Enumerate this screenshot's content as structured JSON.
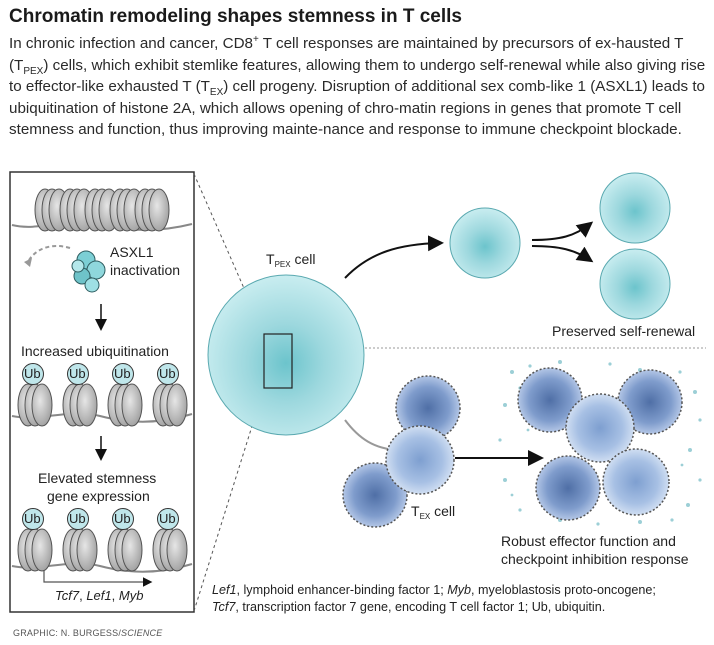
{
  "header": {
    "title": "Chromatin remodeling shapes stemness in T cells",
    "intro_p1": "In chronic infection and cancer, CD8",
    "intro_sup": "+",
    "intro_p2": " T cell responses are maintained by precursors of ex-hausted T (T",
    "intro_sub1": "PEX",
    "intro_p3": ") cells, which exhibit stemlike features, allowing them to undergo self-renewal while also giving rise to effector-like exhausted T (T",
    "intro_sub2": "EX",
    "intro_p4": ") cell progeny. Disruption of additional sex comb-like 1 (ASXL1) leads to ubiquitination of histone 2A, which allows opening of chro-matin regions in genes that promote T cell stemness and function, thus improving mainte-nance and response to immune checkpoint blockade."
  },
  "panel": {
    "asxl1_line1": "ASXL1",
    "asxl1_line2": "inactivation",
    "step2": "Increased ubiquitination",
    "step3_line1": "Elevated stemness",
    "step3_line2": "gene expression",
    "ub": "Ub",
    "genes": [
      {
        "text": "Tcf7",
        "italic": true
      },
      {
        "text": ", ",
        "italic": false
      },
      {
        "text": "Lef1",
        "italic": true
      },
      {
        "text": ", ",
        "italic": false
      },
      {
        "text": "Myb",
        "italic": true
      }
    ]
  },
  "cells": {
    "tpex_label": "T",
    "tpex_sub": "PEX",
    "tpex_suffix": " cell",
    "tex_label": "T",
    "tex_sub": "EX",
    "tex_suffix": " cell",
    "self_renewal": "Preserved self-renewal",
    "effector_line1": "Robust effector function and",
    "effector_line2": "checkpoint inhibition response"
  },
  "legend": {
    "l1_a": "Lef1",
    "l1_b": ", lymphoid enhancer-binding factor 1; ",
    "l1_c": "Myb",
    "l1_d": ", myeloblastosis proto-oncogene;",
    "l2_a": "Tcf7",
    "l2_b": ", transcription factor 7 gene, encoding T cell factor 1; Ub, ubiquitin."
  },
  "credit": {
    "prefix": "GRAPHIC: N. BURGESS/",
    "source": "SCIENCE"
  },
  "colors": {
    "tpex_fill": "#a8dde2",
    "tex_fill": "#8fa9d2",
    "nucleosome": "#bdbdbd",
    "ub_fill": "#bfe6ea"
  }
}
